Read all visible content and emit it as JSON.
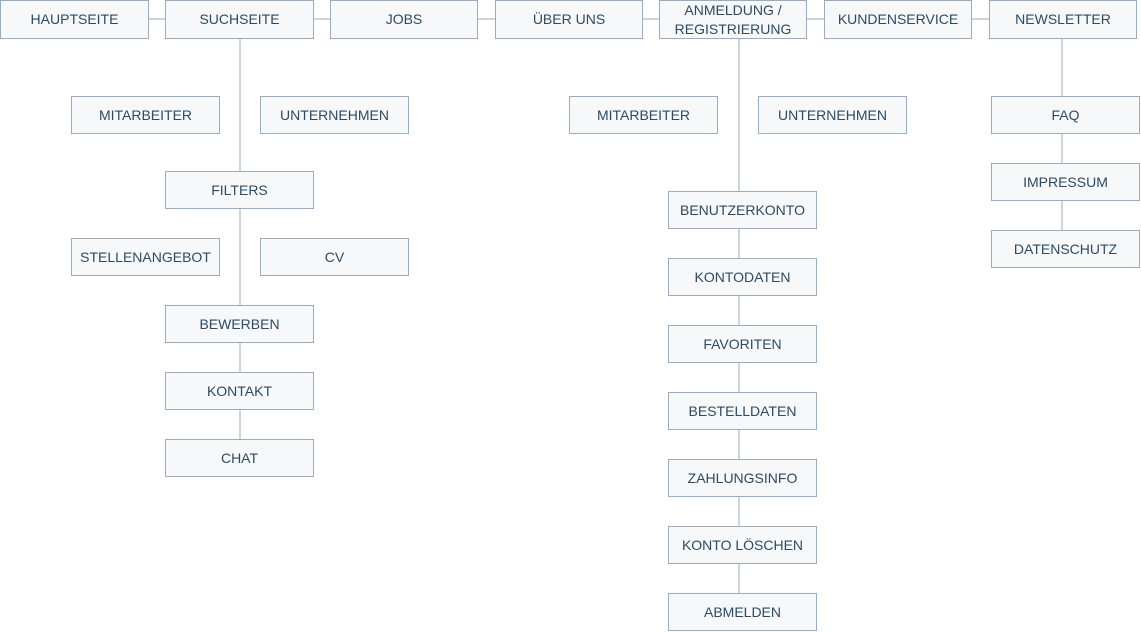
{
  "nav": {
    "home": "HAUPTSEITE",
    "search": "SUCHSEITE",
    "jobs": "JOBS",
    "about": "ÜBER UNS",
    "login": "ANMELDUNG /\nREGISTRIERUNG",
    "support": "KUNDENSERVICE",
    "newsletter": "NEWSLETTER"
  },
  "search": {
    "employees": "MITARBEITER",
    "companies": "UNTERNEHMEN",
    "filters": "FILTERS",
    "job_offer": "STELLENANGEBOT",
    "cv": "CV",
    "apply": "BEWERBEN",
    "contact": "KONTAKT",
    "chat": "CHAT"
  },
  "login": {
    "employees": "MITARBEITER",
    "companies": "UNTERNEHMEN",
    "user_account": "BENUTZERKONTO",
    "account_data": "KONTODATEN",
    "favorites": "FAVORITEN",
    "order_data": "BESTELLDATEN",
    "payment_info": "ZAHLUNGSINFO",
    "delete_account": "KONTO LÖSCHEN",
    "logout": "ABMELDEN"
  },
  "newsletter": {
    "faq": "FAQ",
    "imprint": "IMPRESSUM",
    "privacy": "DATENSCHUTZ"
  },
  "colors": {
    "box_border": "#9aacbd",
    "box_fill": "#f6f8fa",
    "text": "#2e4a62",
    "connector": "#9aacbd"
  }
}
